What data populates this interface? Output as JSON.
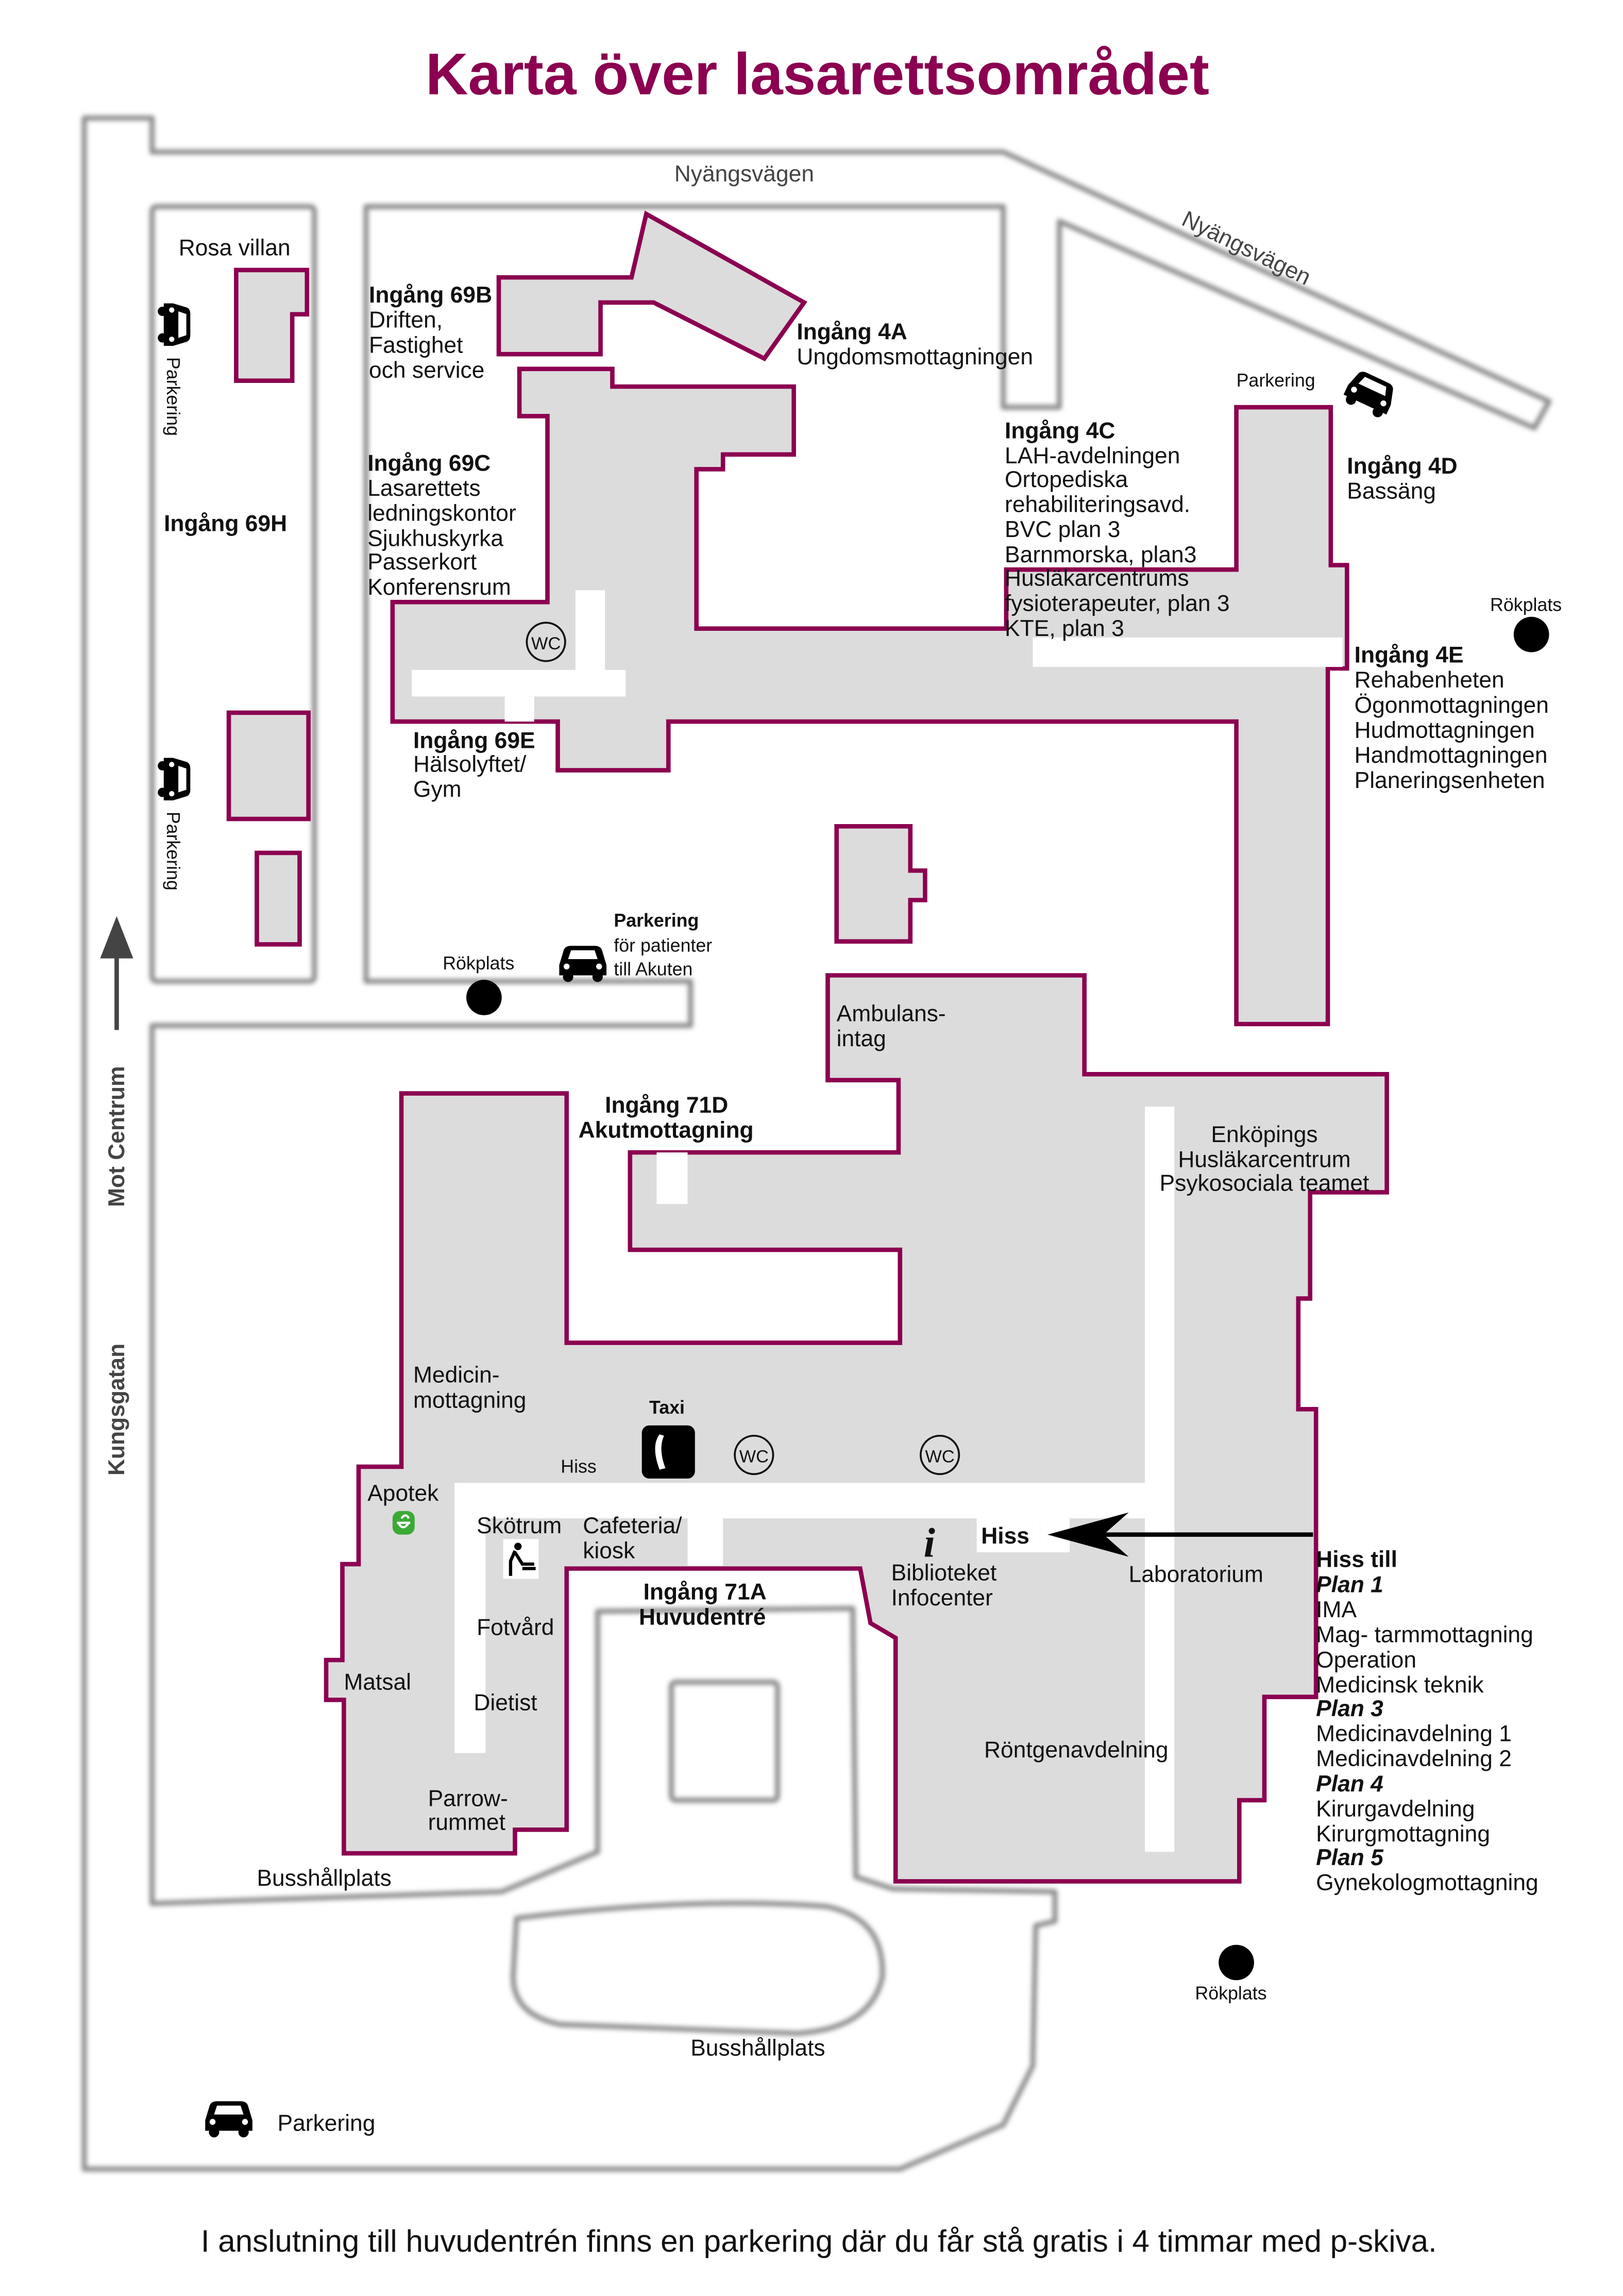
{
  "title": "Karta över lasarettsområdet",
  "colors": {
    "title": "#8b0050",
    "building_outline": "#8b0050",
    "building_fill": "#dcdcdc",
    "pharmacy": "#3aaa35"
  },
  "roads": {
    "nyangsvagen_top": "Nyängsvägen",
    "nyangsvagen_diag": "Nyängsvägen",
    "mot_centrum": "Mot Centrum",
    "kungsgatan": "Kungsgatan"
  },
  "labels": {
    "rosa_villan": "Rosa villan",
    "parkering_left_1": "Parkering",
    "parkering_left_2": "Parkering",
    "ingang_69h": "Ingång 69H",
    "ingang_69b": [
      "Ingång 69B",
      "Driften,",
      "Fastighet",
      "och service"
    ],
    "ingang_4a": [
      "Ingång 4A",
      "Ungdomsmottagningen"
    ],
    "parkering_4d": "Parkering",
    "ingang_4c": [
      "Ingång 4C",
      "LAH-avdelningen",
      "Ortopediska",
      "rehabiliteringsavd.",
      "BVC plan 3",
      "Barnmorska, plan3",
      "Husläkarcentrums",
      "fysioterapeuter, plan 3",
      "KTE, plan 3"
    ],
    "ingang_4d": [
      "Ingång 4D",
      "Bassäng"
    ],
    "rokplats_ne": "Rökplats",
    "ingang_4e": [
      "Ingång 4E",
      "Rehabenheten",
      "Ögonmottagningen",
      "Hudmottagningen",
      "Handmottagningen",
      "Planeringsenheten"
    ],
    "ingang_69c": [
      "Ingång 69C",
      "Lasarettets",
      "ledningskontor",
      "Sjukhuskyrka",
      "Passerkort",
      "Konferensrum"
    ],
    "wc": "WC",
    "ingang_69e": [
      "Ingång 69E",
      "Hälsolyftet/",
      "Gym"
    ],
    "rokplats_mid": "Rökplats",
    "parkering_akuten": [
      "Parkering",
      "för patienter",
      "till Akuten"
    ],
    "ambulansintag": [
      "Ambulans-",
      "intag"
    ],
    "ingang_71d": [
      "Ingång 71D",
      "Akutmottagning"
    ],
    "enkoping": [
      "Enköpings",
      "Husläkarcentrum",
      "Psykosociala teamet"
    ],
    "medicinmottagning": [
      "Medicin-",
      "mottagning"
    ],
    "taxi": "Taxi",
    "hiss_small": "Hiss",
    "apotek": "Apotek",
    "skotrum": "Skötrum",
    "cafeteria": [
      "Cafeteria/",
      "kiosk"
    ],
    "hiss_main": "Hiss",
    "bibliotek": [
      "Biblioteket",
      "Infocenter"
    ],
    "laboratorium": "Laboratorium",
    "ingang_71a": [
      "Ingång 71A",
      "Huvudentré"
    ],
    "fotvard": "Fotvård",
    "matsal": "Matsal",
    "dietist": "Dietist",
    "rontgen": "Röntgenavdelning",
    "parrowrummet": [
      "Parrow-",
      "rummet"
    ],
    "busshallplats_1": "Busshållplats",
    "busshallplats_2": "Busshållplats",
    "rokplats_se": "Rökplats",
    "parkering_bottom": "Parkering"
  },
  "hiss_till": {
    "heading": "Hiss till",
    "floors": [
      {
        "plan": "Plan 1",
        "items": [
          "IMA",
          "Mag- tarmmottagning",
          "Operation",
          "Medicinsk teknik"
        ]
      },
      {
        "plan": "Plan 3",
        "items": [
          "Medicinavdelning 1",
          "Medicinavdelning 2"
        ]
      },
      {
        "plan": "Plan 4",
        "items": [
          "Kirurgavdelning",
          "Kirurgmottagning"
        ]
      },
      {
        "plan": "Plan 5",
        "items": [
          "Gynekologmottagning"
        ]
      }
    ]
  },
  "icons": [
    "car-icon",
    "smoking-area-dot",
    "wc-icon",
    "phone-icon",
    "pharmacy-icon",
    "baby-changing-icon",
    "info-icon",
    "arrow-icon"
  ],
  "footer": "I anslutning till huvudentrén finns en parkering där du får stå gratis i 4 timmar med p-skiva."
}
